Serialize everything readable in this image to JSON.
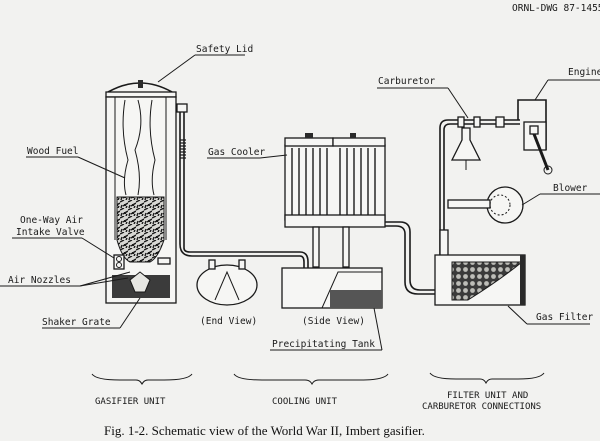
{
  "drawing_id": "ORNL-DWG 87-1455",
  "labels": {
    "safety_lid": "Safety Lid",
    "wood_fuel": "Wood Fuel",
    "air_valve_line1": "One-Way Air",
    "air_valve_line2": "Intake Valve",
    "air_nozzles": "Air Nozzles",
    "shaker_grate": "Shaker Grate",
    "gas_cooler": "Gas Cooler",
    "end_view": "(End View)",
    "side_view": "(Side View)",
    "precipitating_tank": "Precipitating Tank",
    "carburetor": "Carburetor",
    "engine": "Engine",
    "blower": "Blower",
    "gas_filter": "Gas Filter"
  },
  "sections": {
    "gasifier": "GASIFIER UNIT",
    "cooling": "COOLING UNIT",
    "filter_line1": "FILTER UNIT AND",
    "filter_line2": "CARBURETOR CONNECTIONS"
  },
  "caption": "Fig. 1-2. Schematic view of the World War II, Imbert gasifier."
}
